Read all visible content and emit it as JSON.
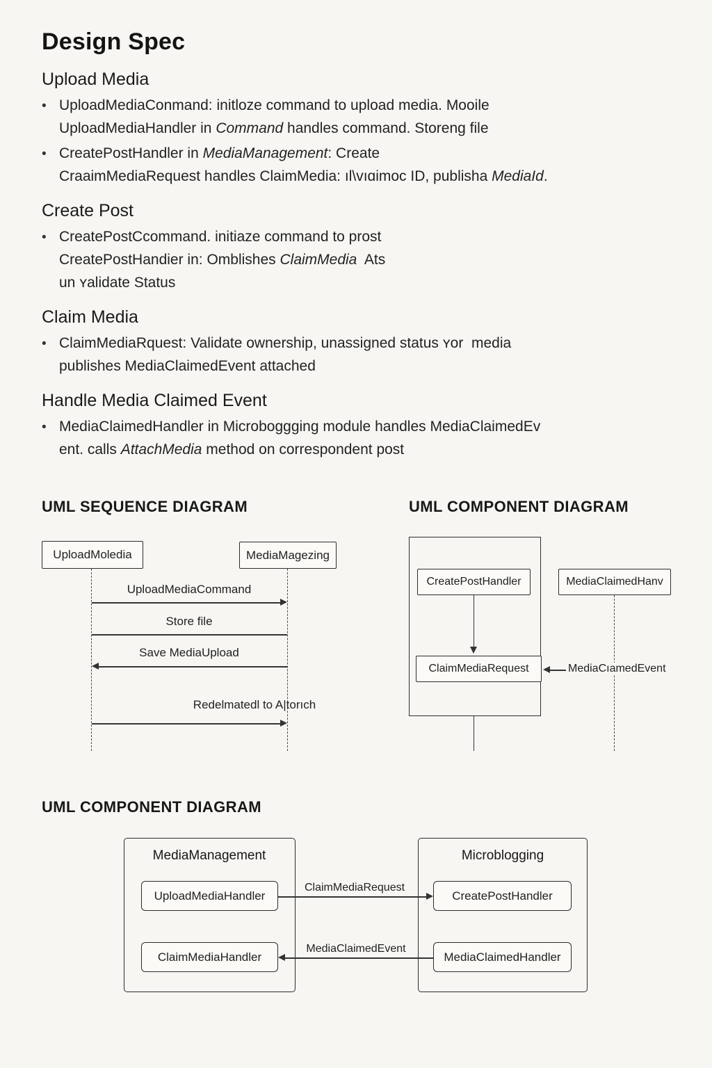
{
  "colors": {
    "background": "#f7f6f3",
    "ink": "#1f1f1f",
    "line": "#333333"
  },
  "doc": {
    "title": "Design Spec",
    "bullet": "•",
    "s1": {
      "h": "Upload Media",
      "b1l1": "UploadMediaConmand: initloze command to upload media. Mooile",
      "b1l2pre": "UploadMediaHandler in ",
      "b1l2it": "Command",
      "b1l2post": " handles command. Storeng file",
      "b2l1pre": "CreatePostHandler in ",
      "b2l1it": "MediaManagement",
      "b2l1post": ": Create",
      "b2l2pre": "CraaimMediaRequest handles ClaimMedia: ıl\\vıɑimoc ID, publisha ",
      "b2l2it": "MediaId",
      "b2l2post": "."
    },
    "s2": {
      "h": "Create Post",
      "b1l1": "CreatePostCcommand. initiaze command to prost",
      "b1l2pre": "CreatePostHandier in: Omblishes ",
      "b1l2it": "ClaimMedia",
      "b1l2post": "  Ats",
      "b1l3": "un ʏalidate Status"
    },
    "s3": {
      "h": "Claim Media",
      "b1l1": "ClaimMediaRquest: Validate ownership, unassigned status ʏor  media",
      "b1l2": "publishes MediaClaimedEvent attached"
    },
    "s4": {
      "h": "Handle Media Claimed Event",
      "b1l1": "MediaClaimedHandler in Microboggging module handles MediaClaimedEv",
      "b1l2pre": "ent. calls ",
      "b1l2it": "AttachMedia",
      "b1l2post": " method on correspondent post"
    }
  },
  "seq": {
    "heading": "UML SEQUENCE DIAGRAM",
    "actor1": "UploadMoledia",
    "actor2": "MediaMagezing",
    "msg1": "UploadMediaCommand",
    "msg2": "Store file",
    "msg3": "Save MediaUpload",
    "msg4": "Redelmatedl to A|torıch"
  },
  "comp1": {
    "heading": "UML COMPONENT DIAGRAM",
    "box1": "CreatePostHandler",
    "box2": "ClaimMediaRequest",
    "box3": "MediaClaimedHanv",
    "msg": "MediaCıamedEvent"
  },
  "comp2": {
    "heading": "UML COMPONENT DIAGRAM",
    "container1": "MediaManagement",
    "container2": "Microblogging",
    "c1box1": "UploadMediaHandler",
    "c1box2": "ClaimMediaHandler",
    "c2box1": "CreatePostHandler",
    "c2box2": "MediaClaimedHandler",
    "msg1": "ClaimMediaRequest",
    "msg2": "MediaClaimedEvent"
  }
}
